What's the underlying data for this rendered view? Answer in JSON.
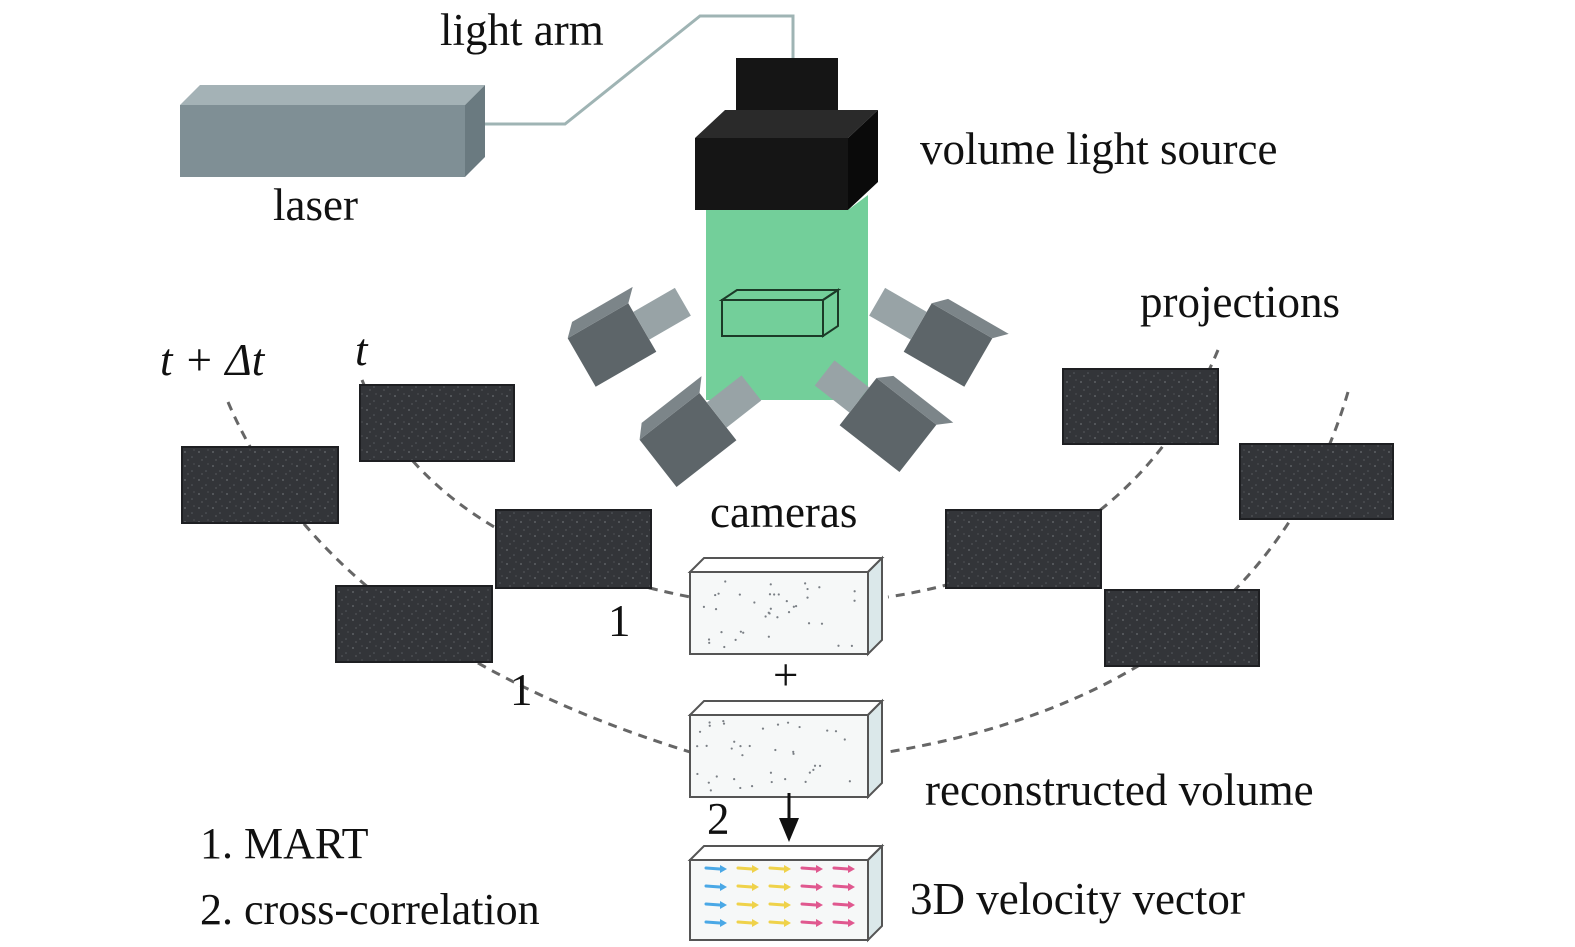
{
  "labels": {
    "light_arm": "light arm",
    "laser": "laser",
    "volume_light_source": "volume light source",
    "projections": "projections",
    "time_t_plus_dt": "t + Δt",
    "time_t": "t",
    "cameras": "cameras",
    "step_one_left": "1",
    "step_one_center": "1",
    "plus_sign": "+",
    "step_two": "2",
    "reconstructed_volume": "reconstructed volume",
    "velocity_vector": "3D velocity vector"
  },
  "legend": {
    "item1": "1. MART",
    "item2": "2. cross-correlation"
  },
  "colors": {
    "laser_body": "#7f8f95",
    "light_arm_line": "#9fb4b4",
    "light_source": "#151515",
    "light_volume": "#73cf9a",
    "camera_body": "#5d6569",
    "camera_lens": "#98a3a6",
    "projection_image": "#333539",
    "dashed_path": "#666666",
    "volume_face": "#f6f8f8",
    "volume_side": "#dbe8ea",
    "vector_cyan": "#4aa8e6",
    "vector_yellow": "#efd24a",
    "vector_pink": "#e0588f"
  }
}
